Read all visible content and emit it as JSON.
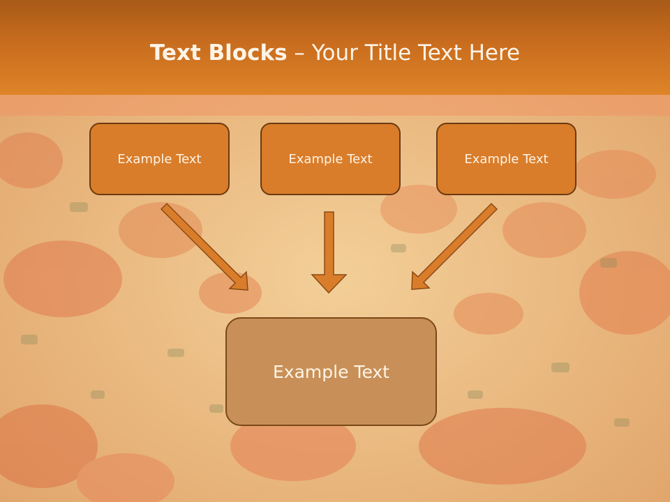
{
  "title": {
    "bold": "Text Blocks",
    "dash": " – ",
    "rest": "Your Title Text Here"
  },
  "boxes": {
    "top": [
      "Example Text",
      "Example Text",
      "Example Text"
    ],
    "bottom": "Example Text"
  },
  "colors": {
    "title_bar": "#c86c1e",
    "box_fill": "#d97d2a",
    "box_border": "#6b3a12",
    "target_fill": "#c89058",
    "arrow_fill": "#d97d2a"
  }
}
